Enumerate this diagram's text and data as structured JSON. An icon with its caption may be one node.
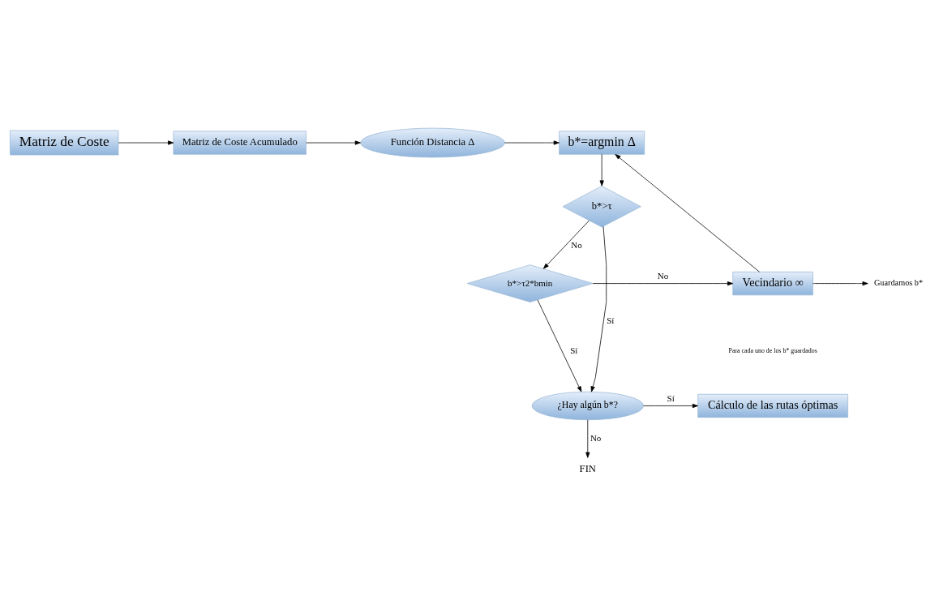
{
  "diagram": {
    "nodes": [
      {
        "text": [
          "Matriz de Coste"
        ]
      },
      {
        "text": [
          "Matriz de Coste Acumulado"
        ]
      },
      {
        "text": [
          "Función Distancia Δ"
        ]
      },
      {
        "text": [
          "b*=argmin Δ"
        ]
      },
      {
        "text": [
          "b*>τ"
        ]
      },
      {
        "text": [
          "b*>τ2*bmin"
        ]
      },
      {
        "text": [
          "Vecindario ∞"
        ]
      },
      {
        "text": [
          "Guardamos b*"
        ]
      },
      {
        "text": [
          "¿Hay algún b*?"
        ]
      },
      {
        "text": [
          "Cálculo de las rutas óptimas"
        ]
      },
      {
        "text": [
          "FIN"
        ]
      }
    ],
    "edges": [
      {
        "from": 0,
        "to": 1,
        "arrow": "to"
      },
      {
        "from": 1,
        "to": 2,
        "arrow": "to"
      },
      {
        "from": 2,
        "to": 3,
        "arrow": "to"
      },
      {
        "from": 3,
        "to": 4,
        "arrow": "to"
      },
      {
        "from": 4,
        "to": 5,
        "arrow": "to",
        "label": "No"
      },
      {
        "from": 4,
        "to": 8,
        "arrow": "to",
        "label": "Sí"
      },
      {
        "from": 5,
        "to": 6,
        "arrow": "to",
        "label": "No"
      },
      {
        "from": 6,
        "to": 7,
        "arrow": "to"
      },
      {
        "from": 6,
        "to": 3,
        "arrow": "to"
      },
      {
        "from": 5,
        "to": 8,
        "arrow": "to",
        "label": "Sí"
      },
      {
        "from": 8,
        "to": 9,
        "arrow": "to",
        "label": "Sí"
      },
      {
        "from": 8,
        "to": 10,
        "arrow": "to",
        "label": "No"
      }
    ],
    "labels": [
      "Para cada uno de los b* guardados"
    ]
  }
}
